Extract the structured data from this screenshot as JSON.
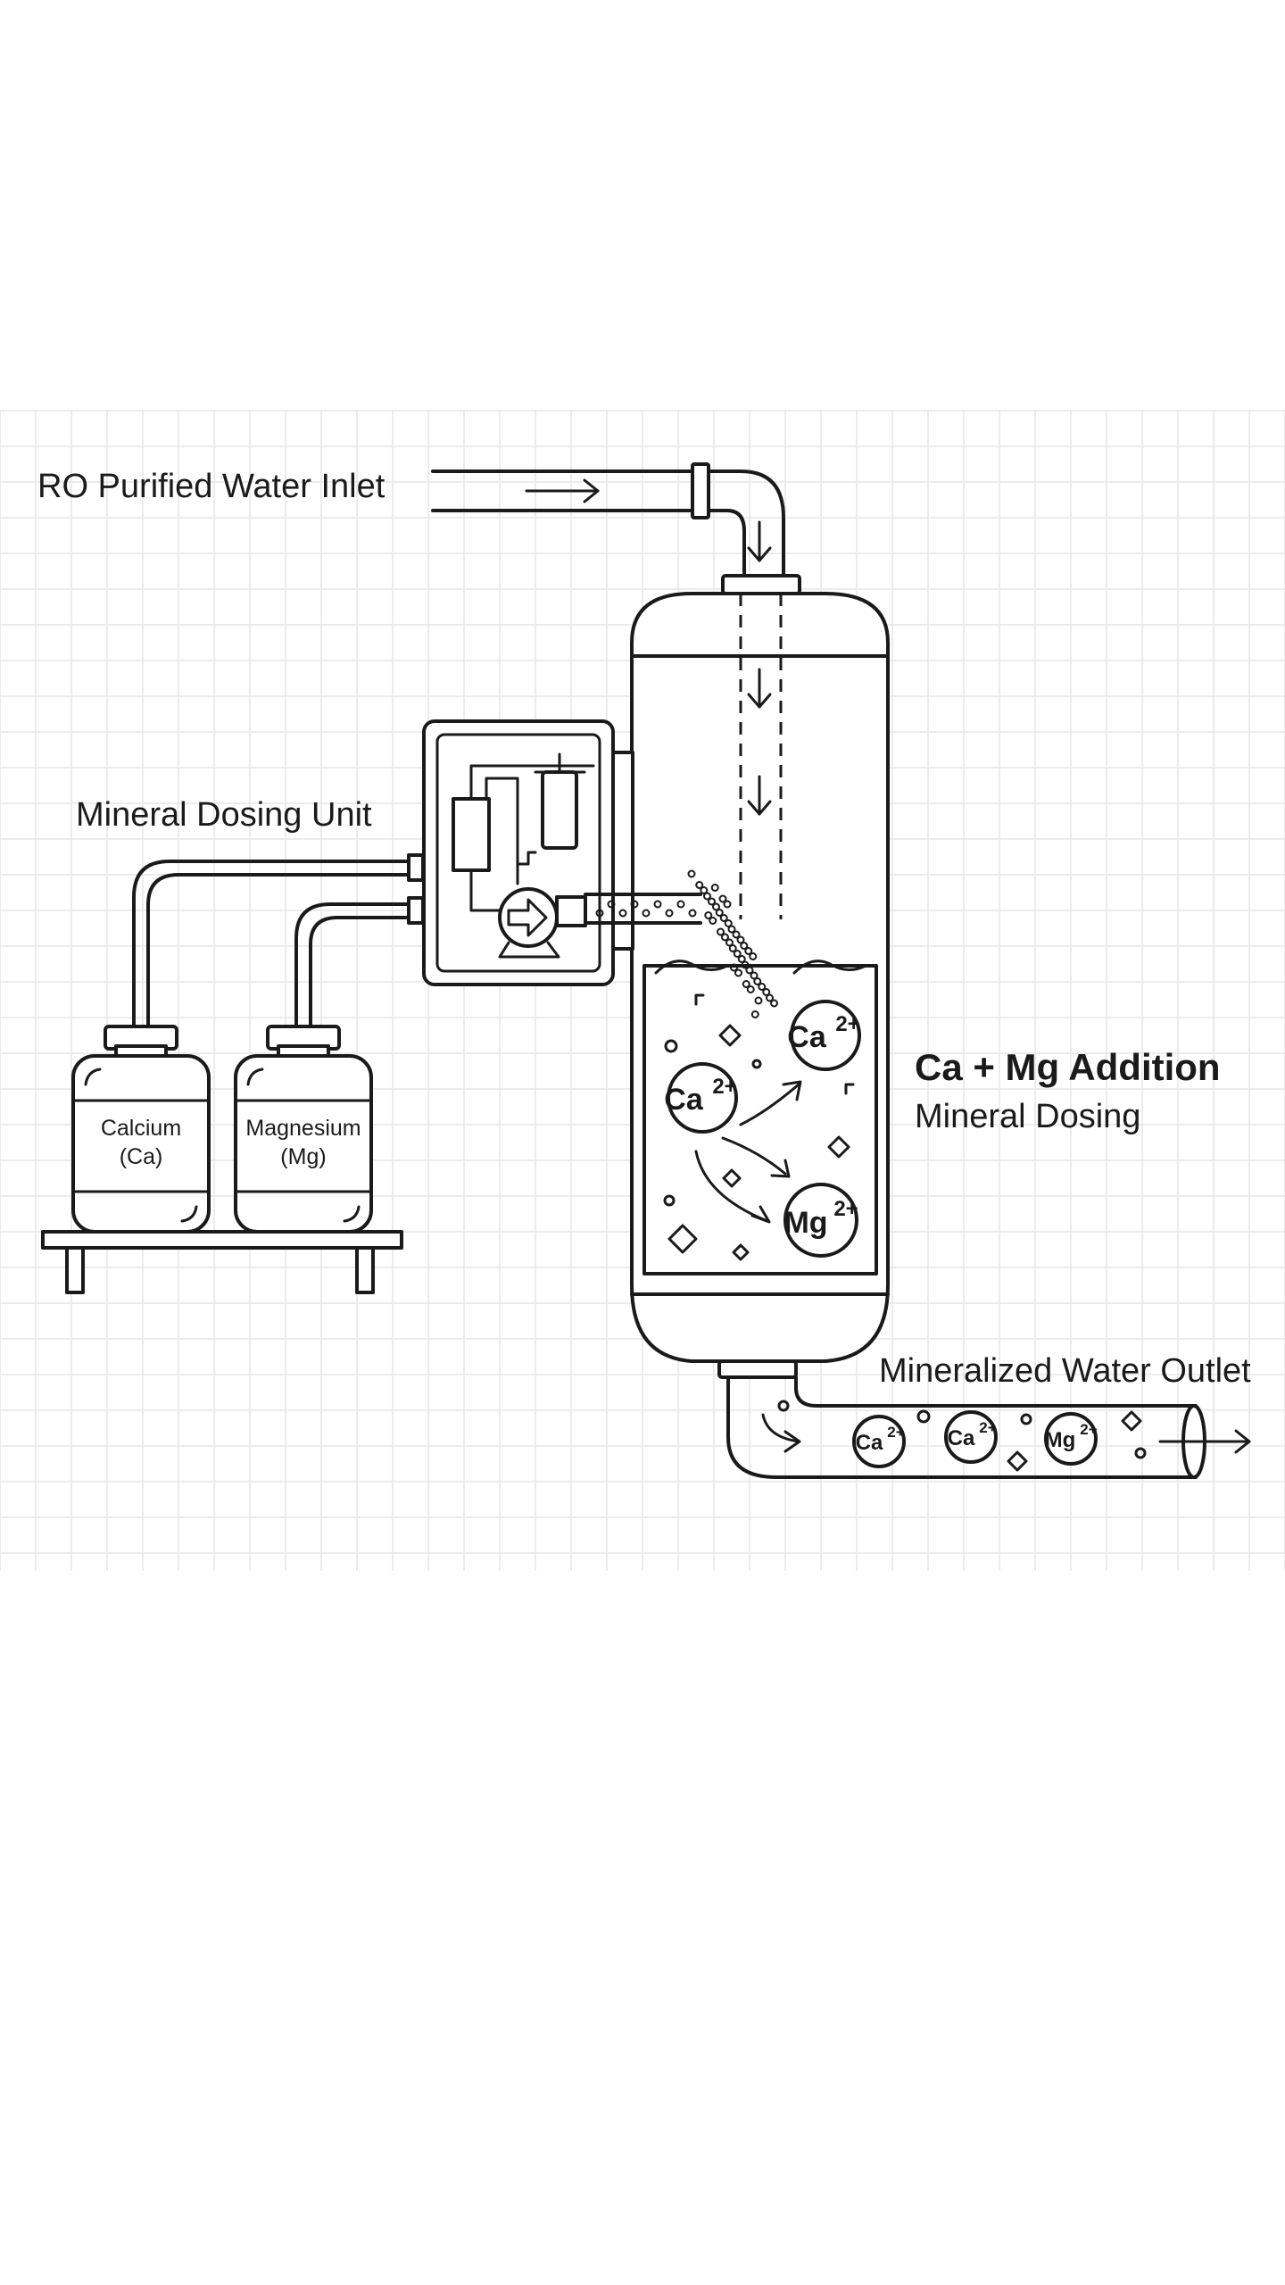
{
  "labels": {
    "inlet": "RO Purified Water Inlet",
    "dosing_unit": "Mineral Dosing Unit",
    "calcium_line1": "Calcium",
    "calcium_line2": "(Ca)",
    "magnesium_line1": "Magnesium",
    "magnesium_line2": "(Mg)",
    "addition_title": "Ca + Mg Addition",
    "addition_subtitle": "Mineral Dosing",
    "outlet": "Mineralized Water Outlet"
  },
  "ions": {
    "ca_symbol": "Ca",
    "mg_symbol": "Mg",
    "charge": "2+"
  },
  "colors": {
    "line": "#1a1a1a",
    "grid": "#e6e6e6",
    "background": "#ffffff"
  }
}
